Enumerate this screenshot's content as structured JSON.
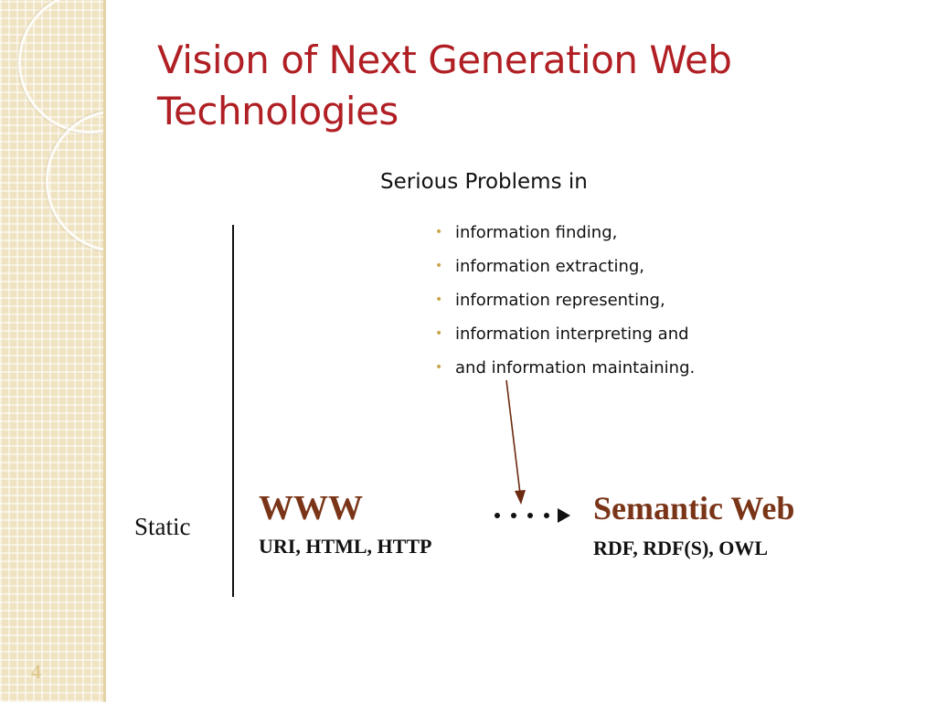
{
  "slide": {
    "title_line1": "Vision of Next Generation Web",
    "title_line2": "Technologies",
    "subtitle": "Serious Problems in",
    "problems": [
      "information finding,",
      "information extracting,",
      "information representing,",
      "information interpreting and",
      "and information maintaining."
    ],
    "static_label": "Static",
    "www": {
      "name": "WWW",
      "technologies": "URI, HTML, HTTP"
    },
    "semantic_web": {
      "name": "Semantic Web",
      "technologies": "RDF, RDF(S), OWL"
    },
    "slide_number": "4"
  },
  "colors": {
    "title": "#b01f24",
    "heading_brown": "#7a3518",
    "bullet": "#c9a64a",
    "sidebar": "#efe3c2"
  }
}
